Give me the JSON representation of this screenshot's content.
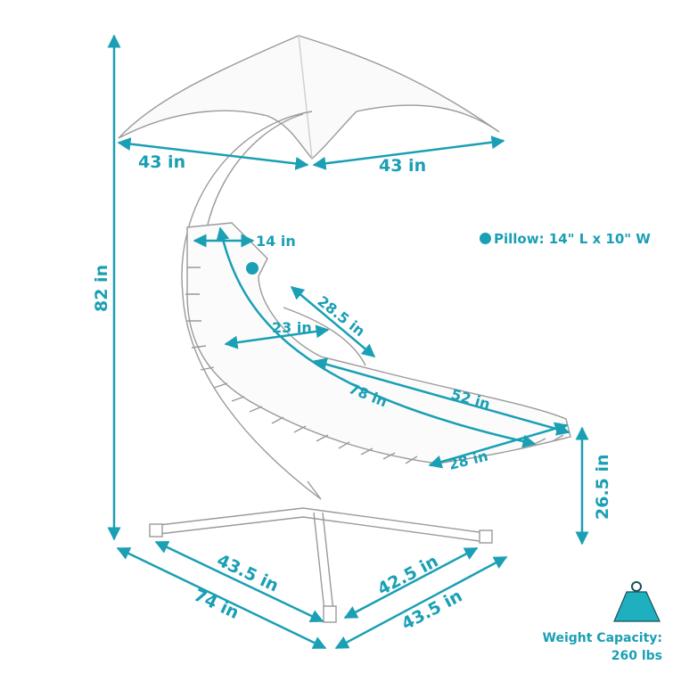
{
  "diagram": {
    "subject": "Hanging chaise lounge chair with canopy",
    "accent_color": "#1a9fb4",
    "line_color": "#9a9a9a",
    "dimensions": {
      "canopy_left": "43 in",
      "canopy_right": "43 in",
      "total_height": "82 in",
      "pillow_width": "14 in",
      "back_width": "23 in",
      "back_length": "28.5 in",
      "total_length": "78 in",
      "seat_length": "52 in",
      "seat_width": "28 in",
      "seat_height": "26.5 in",
      "base_leg_left": "43.5 in",
      "base_leg_right_inner": "42.5 in",
      "base_leg_right_outer": "43.5 in",
      "base_total": "74 in"
    },
    "pillow_note": "Pillow: 14\" L x 10\" W",
    "weight": {
      "icon": "weight-icon",
      "label": "Weight Capacity:",
      "value": "260 lbs"
    }
  }
}
